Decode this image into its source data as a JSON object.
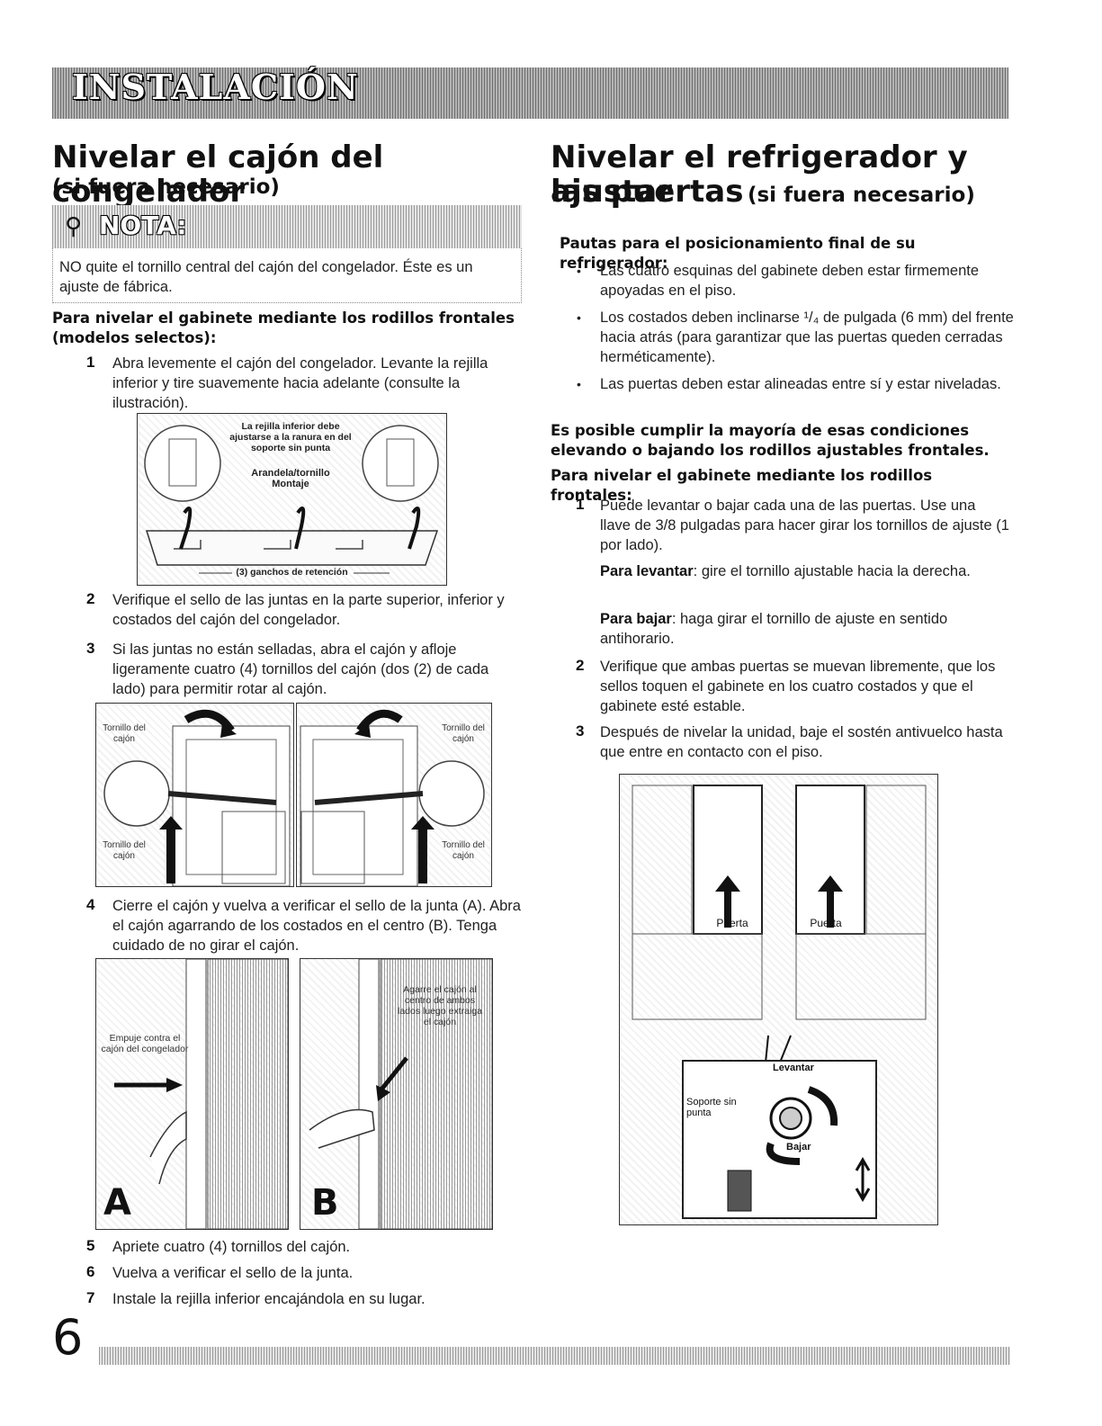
{
  "header": {
    "section": "INSTALACIÓN"
  },
  "left": {
    "title": "Nivelar el cajón del congelador",
    "subtitle": "(si fuera necesario)",
    "note": {
      "label": "NOTA:",
      "text": "NO quite el tornillo central del cajón del congelador. Éste es un ajuste de fábrica."
    },
    "subheading": "Para nivelar el gabinete mediante los rodillos frontales (modelos selectos):",
    "steps": [
      {
        "n": "1",
        "text": "Abra levemente el cajón del congelador. Levante la rejilla inferior y tire suavemente hacia adelante (consulte la ilustración)."
      },
      {
        "n": "2",
        "text": "Verifique el sello de las juntas en la parte superior, inferior y costados del cajón del congelador."
      },
      {
        "n": "3",
        "text": "Si las juntas no están selladas, abra el cajón y afloje ligeramente cuatro (4) tornillos del cajón (dos (2) de cada lado) para permitir rotar al cajón."
      },
      {
        "n": "4",
        "text": "Cierre el cajón y vuelva a verificar el sello de la junta (A). Abra el cajón agarrando de los costados en el centro (B). Tenga cuidado de no girar el cajón."
      },
      {
        "n": "5",
        "text": "Apriete cuatro (4) tornillos del cajón."
      },
      {
        "n": "6",
        "text": "Vuelva a verificar el sello de la junta."
      },
      {
        "n": "7",
        "text": "Instale la rejilla inferior encajándola en su lugar."
      }
    ],
    "fig1": {
      "label_grille": "La rejilla inferior debe ajustarse a la ranura en del soporte sin punta",
      "label_washer": "Arandela/tornillo Montaje",
      "label_hooks": "(3) ganchos de retención"
    },
    "fig2": {
      "screw": "Tornillo del cajón"
    },
    "fig3": {
      "push": "Empuje contra el cajón del congelador",
      "grab": "Agarre el cajón al centro de ambos lados luego extraiga el cajón",
      "label_a": "A",
      "label_b": "B"
    }
  },
  "right": {
    "title_line1": "Nivelar el refrigerador y ajustar",
    "title_line2": "las puertas",
    "title_suffix": "(si fuera necesario)",
    "guidelines_heading": "Pautas para el posicionamiento final de su refrigerador:",
    "bullets": [
      "Las cuatro esquinas del gabinete deben estar firmemente apoyadas en el piso.",
      "Los costados deben inclinarse ¹/₄ de pulgada (6 mm) del frente hacia atrás (para garantizar que las puertas queden cerradas herméticamente).",
      "Las puertas deben estar alineadas entre sí y estar niveladas."
    ],
    "possible_heading": "Es posible cumplir la mayoría de esas condiciones elevando o bajando los rodillos ajustables frontales.",
    "rollers_heading": "Para nivelar el gabinete mediante los rodillos frontales:",
    "step1": {
      "n": "1",
      "text": "Puede levantar o bajar cada una de las puertas. Use una llave de 3/8 pulgadas para hacer girar los tornillos de ajuste (1 por lado)."
    },
    "raise": {
      "label": "Para levantar",
      "text": ": gire el tornillo ajustable hacia la derecha."
    },
    "lower": {
      "label": "Para bajar",
      "text": ": haga girar el tornillo de ajuste en sentido antihorario."
    },
    "step2": {
      "n": "2",
      "text": "Verifique que ambas puertas se muevan libremente, que los sellos toquen el gabinete en los cuatro costados y que el gabinete esté estable."
    },
    "step3": {
      "n": "3",
      "text": "Después de nivelar la unidad, baje el sostén antivuelco hasta que entre en contacto con el piso."
    },
    "fig": {
      "door": "Puerta",
      "raise": "Levantar",
      "lower": "Bajar",
      "stop": "Soporte sin punta"
    }
  },
  "footer": {
    "page": "6"
  }
}
